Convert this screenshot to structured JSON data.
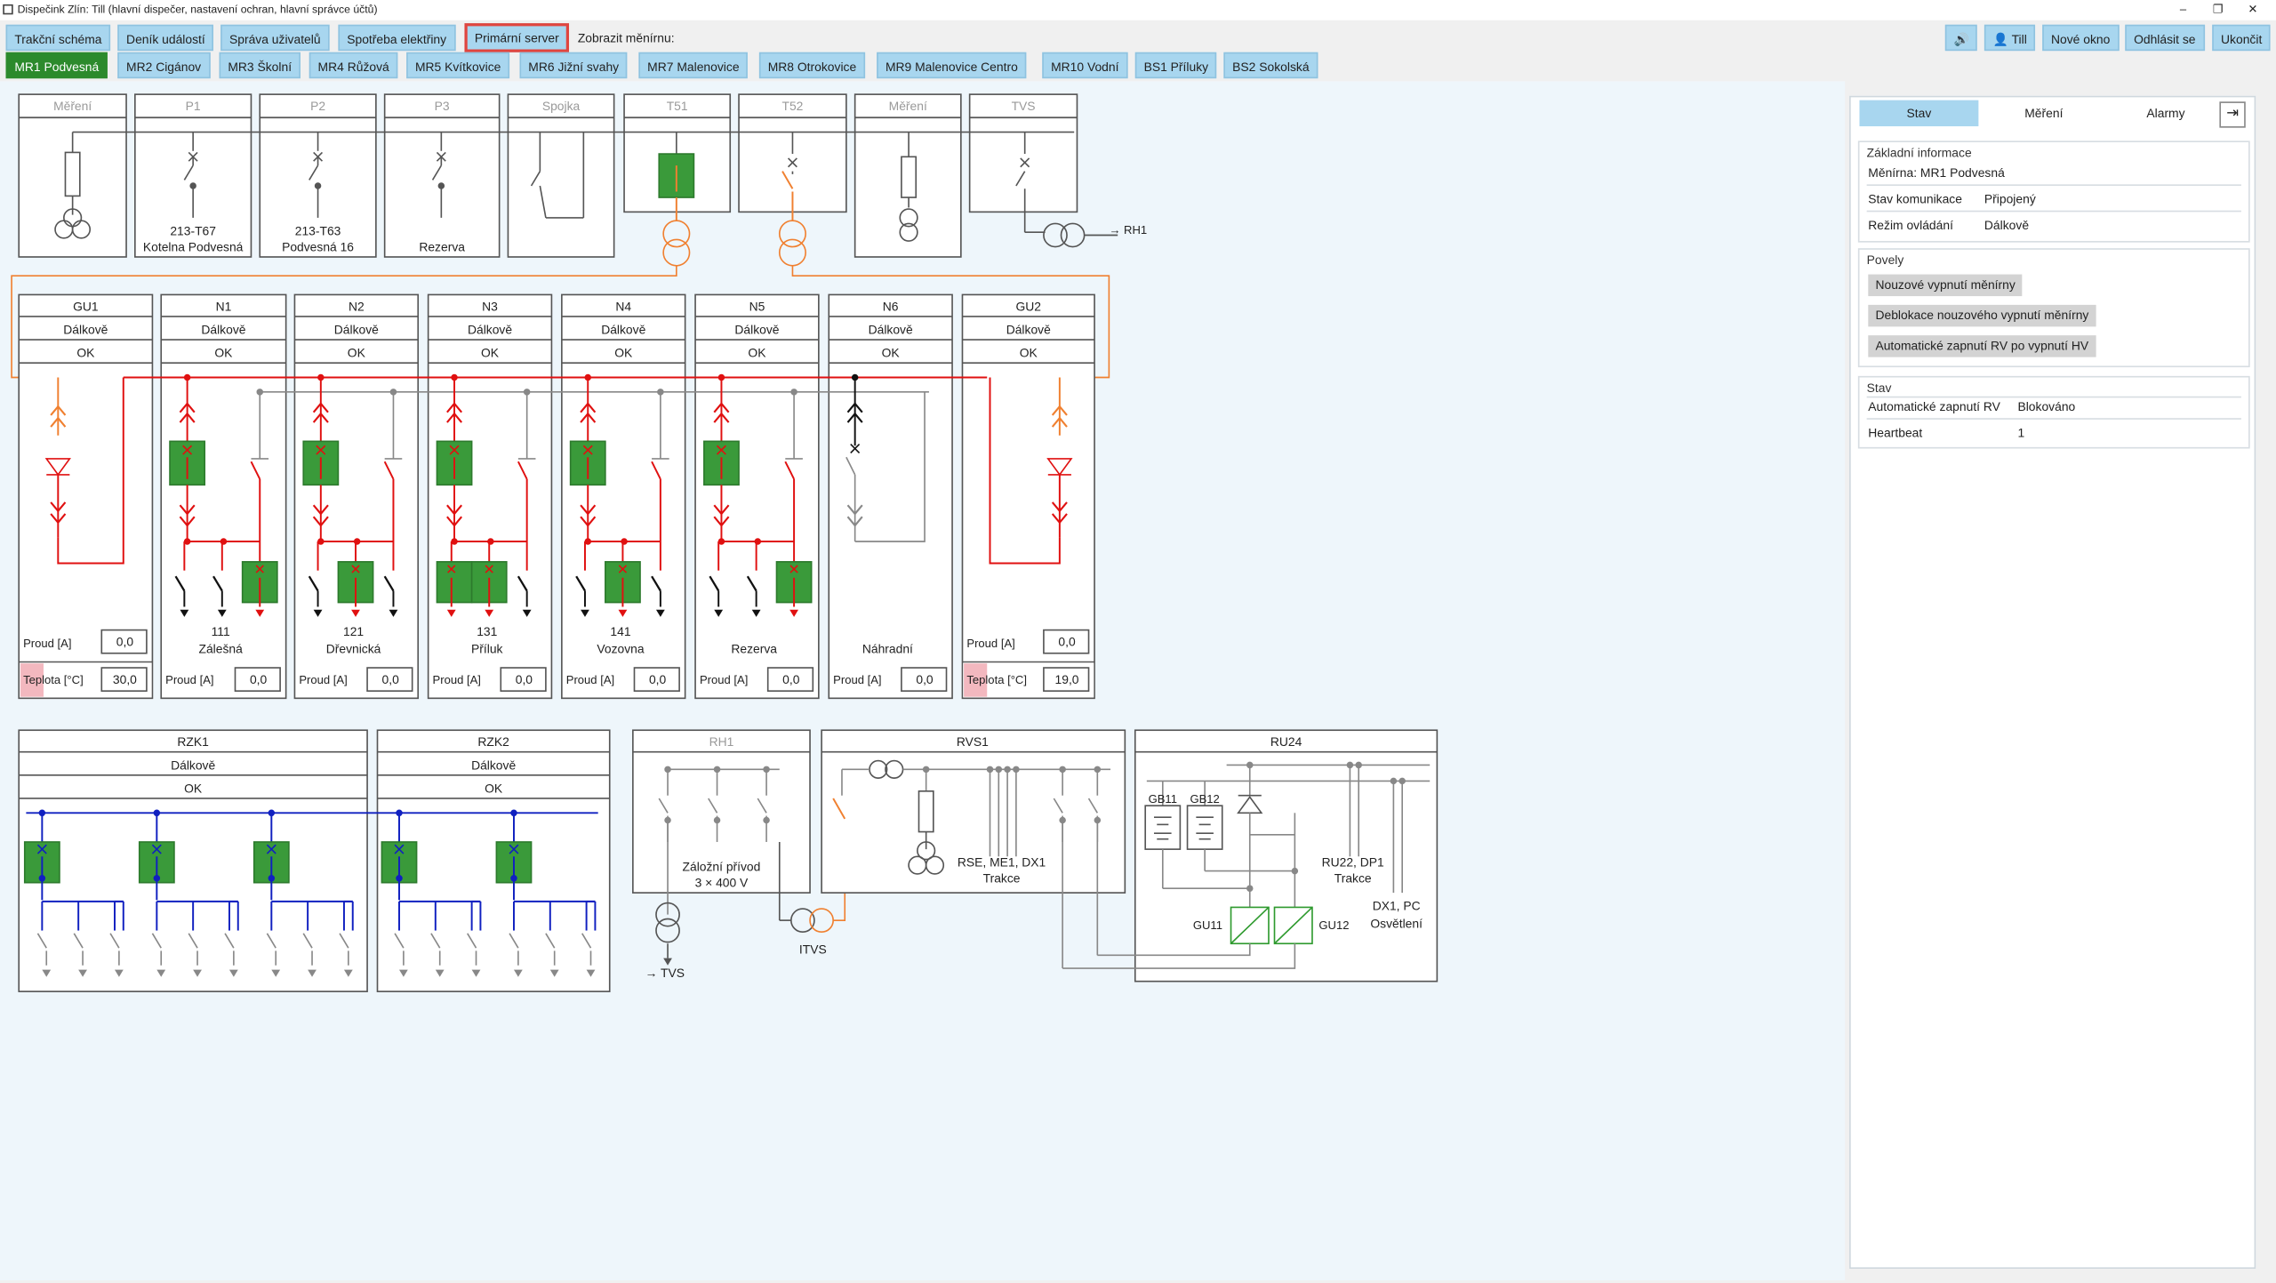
{
  "window": {
    "title": "Dispečink Zlín: Till (hlavní dispečer, nastavení ochran, hlavní správce účtů)",
    "min": "–",
    "max": "❐",
    "close": "✕"
  },
  "toolbar": {
    "buttons": [
      "Trakční schéma",
      "Deník událostí",
      "Správa uživatelů",
      "Spotřeba elektřiny",
      "Primární server"
    ],
    "show_label": "Zobrazit měnírnu:",
    "sound_icon": "🔊",
    "user_label": "Till",
    "new_window": "Nové okno",
    "logout": "Odhlásit se",
    "quit": "Ukončit"
  },
  "stations": [
    "MR1 Podvesná",
    "MR2 Cigánov",
    "MR3 Školní",
    "MR4 Růžová",
    "MR5 Kvítkovice",
    "MR6 Jižní svahy",
    "MR7 Malenovice",
    "MR8 Otrokovice",
    "MR9 Malenovice Centro",
    "MR10 Vodní",
    "BS1 Příluky",
    "BS2 Sokolská"
  ],
  "hv": {
    "bays": [
      {
        "title": "Měření",
        "bottom1": "",
        "bottom2": ""
      },
      {
        "title": "P1",
        "bottom1": "213-T67",
        "bottom2": "Kotelna Podvesná"
      },
      {
        "title": "P2",
        "bottom1": "213-T63",
        "bottom2": "Podvesná 16"
      },
      {
        "title": "P3",
        "bottom1": "",
        "bottom2": "Rezerva"
      },
      {
        "title": "Spojka",
        "bottom1": "",
        "bottom2": ""
      },
      {
        "title": "T51",
        "bottom1": "",
        "bottom2": ""
      },
      {
        "title": "T52",
        "bottom1": "",
        "bottom2": ""
      },
      {
        "title": "Měření",
        "bottom1": "",
        "bottom2": ""
      },
      {
        "title": "TVS",
        "bottom1": "",
        "bottom2": ""
      }
    ],
    "rh1_label": "→ RH1"
  },
  "dc": {
    "mode": "Dálkově",
    "ok": "OK",
    "current_label": "Proud [A]",
    "temp_label": "Teplota [°C]",
    "feeders": [
      {
        "name": "GU1",
        "current": "0,0",
        "temp": "30,0",
        "code": "",
        "place": ""
      },
      {
        "name": "N1",
        "current": "0,0",
        "code": "111",
        "place": "Zálešná"
      },
      {
        "name": "N2",
        "current": "0,0",
        "code": "121",
        "place": "Dřevnická"
      },
      {
        "name": "N3",
        "current": "0,0",
        "code": "131",
        "place": "Příluk"
      },
      {
        "name": "N4",
        "current": "0,0",
        "code": "141",
        "place": "Vozovna"
      },
      {
        "name": "N5",
        "current": "0,0",
        "code": "",
        "place": "Rezerva"
      },
      {
        "name": "N6",
        "current": "0,0",
        "code": "",
        "place": "Náhradní"
      },
      {
        "name": "GU2",
        "current": "0,0",
        "temp": "19,0",
        "code": "",
        "place": ""
      }
    ]
  },
  "lower": {
    "rzk": [
      {
        "name": "RZK1",
        "mode": "Dálkově",
        "status": "OK"
      },
      {
        "name": "RZK2",
        "mode": "Dálkově",
        "status": "OK"
      }
    ],
    "rh1": {
      "name": "RH1",
      "text1": "Záložní přívod",
      "text2": "3 × 400 V",
      "tvs": "→ TVS",
      "itvs": "ITVS"
    },
    "rvs1": {
      "name": "RVS1",
      "text1": "RSE, ME1, DX1",
      "text2": "Trakce"
    },
    "ru24": {
      "name": "RU24",
      "gb11": "GB11",
      "gb12": "GB12",
      "gu11": "GU11",
      "gu12": "GU12",
      "t1": "RU22, DP1",
      "t2": "Trakce",
      "t3": "DX1, PC",
      "t4": "Osvětlení"
    }
  },
  "panel": {
    "tabs": [
      "Stav",
      "Měření",
      "Alarmy"
    ],
    "collapse_icon": "⇥",
    "basic_title": "Základní informace",
    "station_line": "Měnírna: MR1 Podvesná",
    "comm_label": "Stav komunikace",
    "comm_value": "Připojený",
    "mode_label": "Režim ovládání",
    "mode_value": "Dálkově",
    "commands_title": "Povely",
    "commands": [
      "Nouzové vypnutí měnírny",
      "Deblokace nouzového vypnutí měnírny",
      "Automatické zapnutí RV po vypnutí HV"
    ],
    "state_title": "Stav",
    "auto_label": "Automatické zapnutí RV",
    "auto_value": "Blokováno",
    "hb_label": "Heartbeat",
    "hb_value": "1"
  }
}
